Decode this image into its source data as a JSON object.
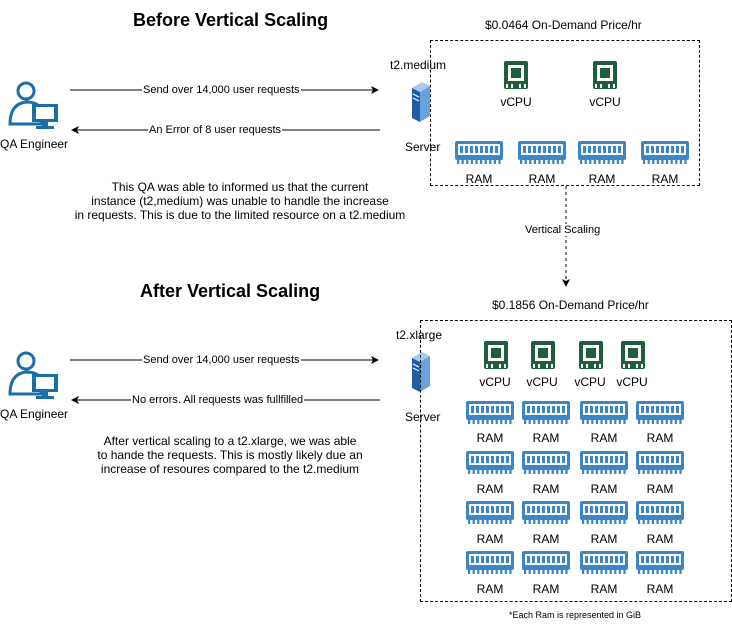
{
  "before": {
    "title": "Before Vertical Scaling",
    "price": "$0.0464 On-Demand Price/hr",
    "instance": "t2.medium",
    "server_label": "Server",
    "actor_label": "QA Engineer",
    "request_msg": "Send over 14,000 user requests",
    "response_msg": "An Error of 8 user requests",
    "cpu_label": "vCPU",
    "ram_label": "RAM",
    "cpu_count": 2,
    "ram_count": 4,
    "note": [
      "This QA was able to  informed us that the current",
      "instance (t2,medium) was unable to handle the increase",
      "in requests. This is due to the limited resource on a t2.medium"
    ]
  },
  "scaling_label": "Vertical Scaling",
  "after": {
    "title": "After Vertical Scaling",
    "price": "$0.1856 On-Demand Price/hr",
    "instance": "t2.xlarge",
    "server_label": "Server",
    "actor_label": "QA Engineer",
    "request_msg": "Send over 14,000 user requests",
    "response_msg": "No errors. All requests was fullfilled",
    "cpu_label": "vCPU",
    "ram_label": "RAM",
    "cpu_count": 4,
    "ram_count": 16,
    "note": [
      "After vertical scaling to a t2.xlarge, we was able",
      "to hande the requests. This is mostly likely due an",
      "increase of resoures compared to the t2.medium"
    ]
  },
  "footnote": "*Each Ram is represented in GiB",
  "colors": {
    "cpu": "#1e5e3a",
    "ram": "#3d86c6",
    "person": "#1b6fa8",
    "server": "#3d7fc6"
  }
}
